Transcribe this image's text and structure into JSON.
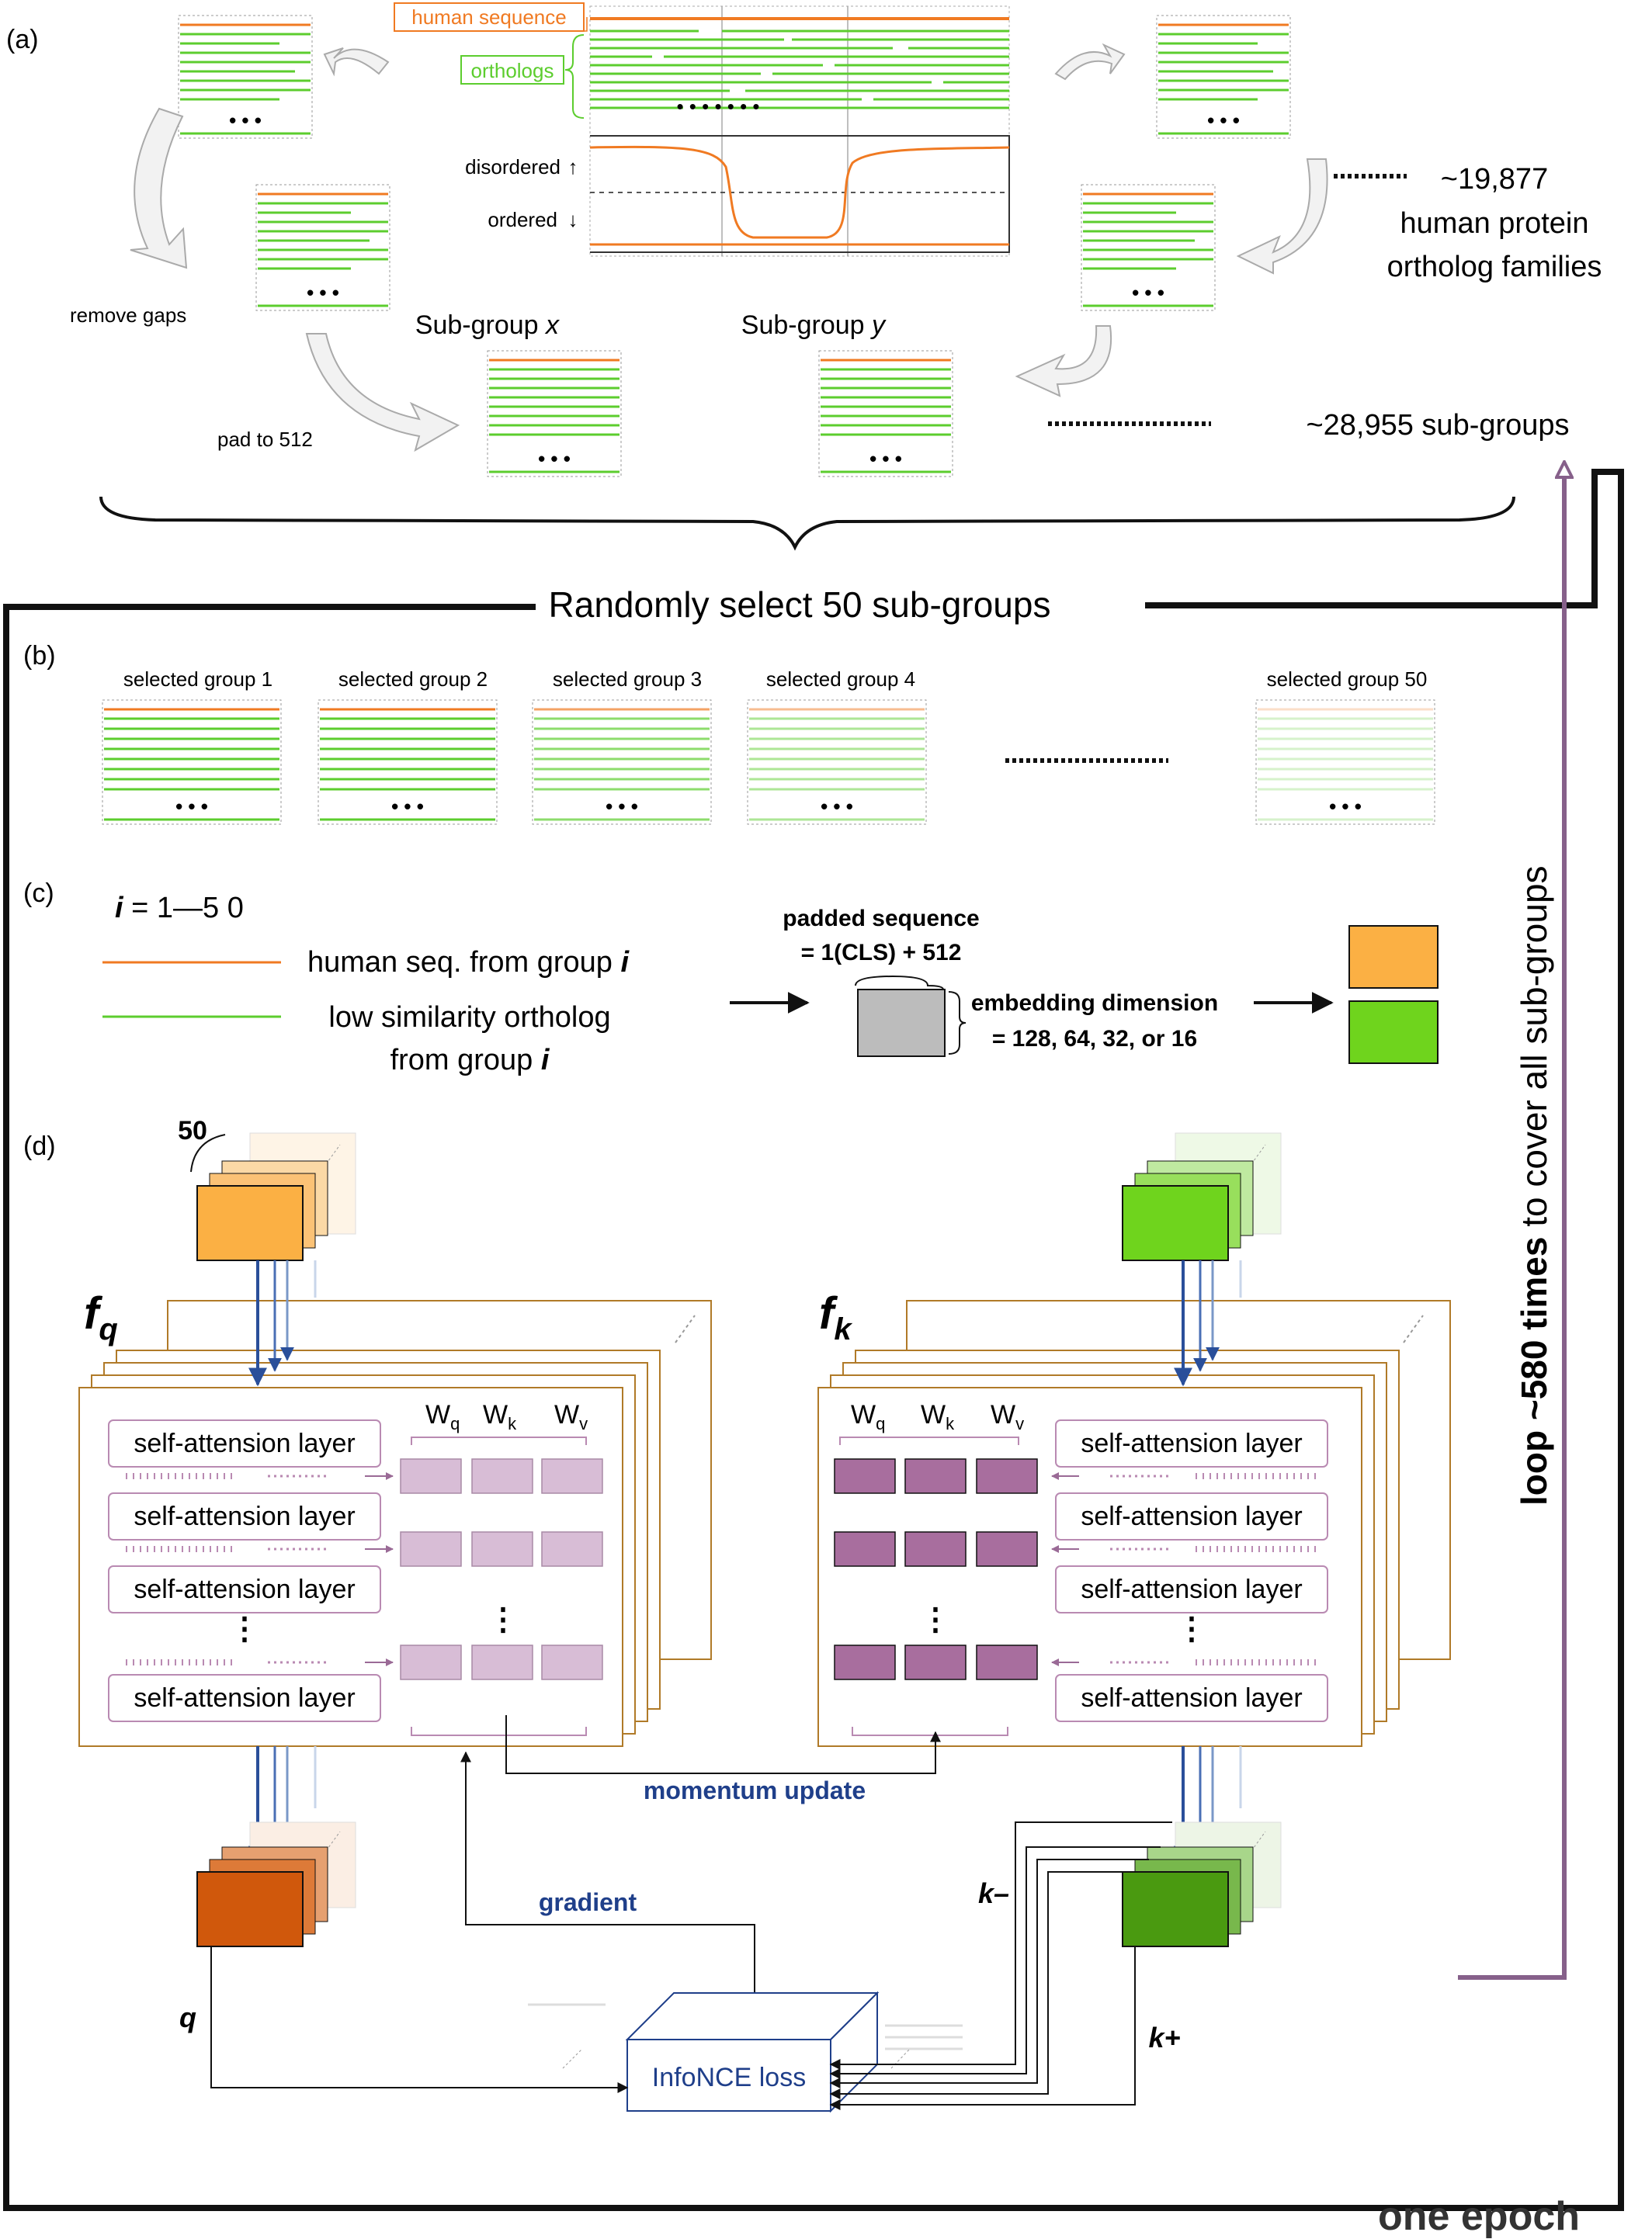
{
  "panels": {
    "a": "(a)",
    "b": "(b)",
    "c": "(c)",
    "d": "(d)"
  },
  "panel_a": {
    "human_sequence": "human sequence",
    "orthologs": "orthologs",
    "dots": "• • • • • • •",
    "disordered": "disordered",
    "ordered": "ordered",
    "remove_gaps": "remove gaps",
    "pad_to_512": "pad to 512",
    "subgroup_x_prefix": "Sub-group",
    "subgroup_x_var": "x",
    "subgroup_y_prefix": "Sub-group",
    "subgroup_y_var": "y",
    "families_count": "~19,877",
    "families_line2": "human protein",
    "families_line3": "ortholog families",
    "subgroups_count": "~28,955 sub-groups",
    "random_select": "Randomly select 50 sub-groups"
  },
  "panel_b": {
    "groups": [
      "selected group 1",
      "selected group 2",
      "selected group 3",
      "selected group 4",
      "selected group 50"
    ]
  },
  "panel_c": {
    "i_var": "i",
    "i_range": " = 1—5 0",
    "legend_human": "human seq. from group",
    "legend_ortholog_line1": "low similarity ortholog",
    "legend_ortholog_line2": "from group",
    "group_var": "i",
    "padded_line1": "padded sequence",
    "padded_line2": "= 1(CLS) + 512",
    "embed_line1": "embedding dimension",
    "embed_line2": "= 128, 64, 32, or 16"
  },
  "panel_d": {
    "batch_size": "50",
    "fq_main": "f",
    "fq_sub": "q",
    "fk_main": "f",
    "fk_sub": "k",
    "layer_label": "self-attension layer",
    "vdots": "⋮",
    "wq": "W",
    "wq_sub": "q",
    "wk": "W",
    "wk_sub": "k",
    "wv": "W",
    "wv_sub": "v",
    "momentum_update": "momentum update",
    "gradient": "gradient",
    "q_label": "q",
    "k_minus": "k–",
    "k_plus": "k+",
    "infonce": "InfoNCE loss",
    "loop_bold": "loop ~580 times",
    "loop_rest": " to cover all sub-groups",
    "one_epoch": "one epoch"
  },
  "colors": {
    "human": "#f07a22",
    "ortholog": "#5ccd2e",
    "query_light": "#fbb044",
    "query_dark": "#d0580c",
    "key_light": "#6fd41d",
    "key_dark": "#4a9a10",
    "weights_light": "#d8bdd6",
    "weights_dark": "#a86e9e",
    "navy": "#1f3f8a",
    "loop": "#86608a",
    "encoder_border": "#b07a28"
  }
}
